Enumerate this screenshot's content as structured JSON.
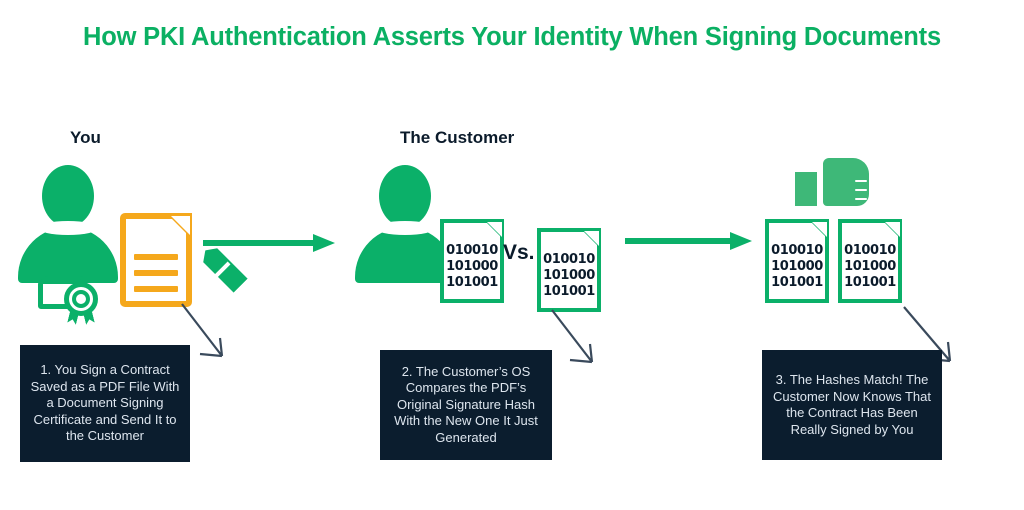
{
  "title": "How PKI Authentication Asserts Your Identity When Signing Documents",
  "colors": {
    "green": "#0bb069",
    "title_green": "#0bb063",
    "orange": "#f5a81c",
    "navy": "#0b1d2e",
    "caption_text": "#dde5ee",
    "background": "#ffffff"
  },
  "headings": {
    "you": "You",
    "customer": "The Customer"
  },
  "icons": {
    "person_you": "person-icon",
    "person_customer": "person-icon",
    "certificate": "certificate-seal-icon",
    "signed_document": "document-icon",
    "pencil": "pencil-icon",
    "thumbs_up": "thumbs-up-icon",
    "arrow_1": "arrow-right-icon",
    "arrow_2": "arrow-right-icon"
  },
  "hash": {
    "line1": "010010",
    "line2": "101000",
    "line3": "101001"
  },
  "vs_label": "Vs.",
  "captions": [
    {
      "id": "caption-1",
      "text": "1. You Sign a Contract Saved as a PDF File With a Document Signing Certificate and Send It to the Customer"
    },
    {
      "id": "caption-2",
      "text": "2. The Customer’s OS Compares the PDF’s Original Signature Hash With the New One It Just Generated"
    },
    {
      "id": "caption-3",
      "text": "3. The Hashes Match! The Customer Now Knows That the Contract Has Been Really Signed by You"
    }
  ]
}
